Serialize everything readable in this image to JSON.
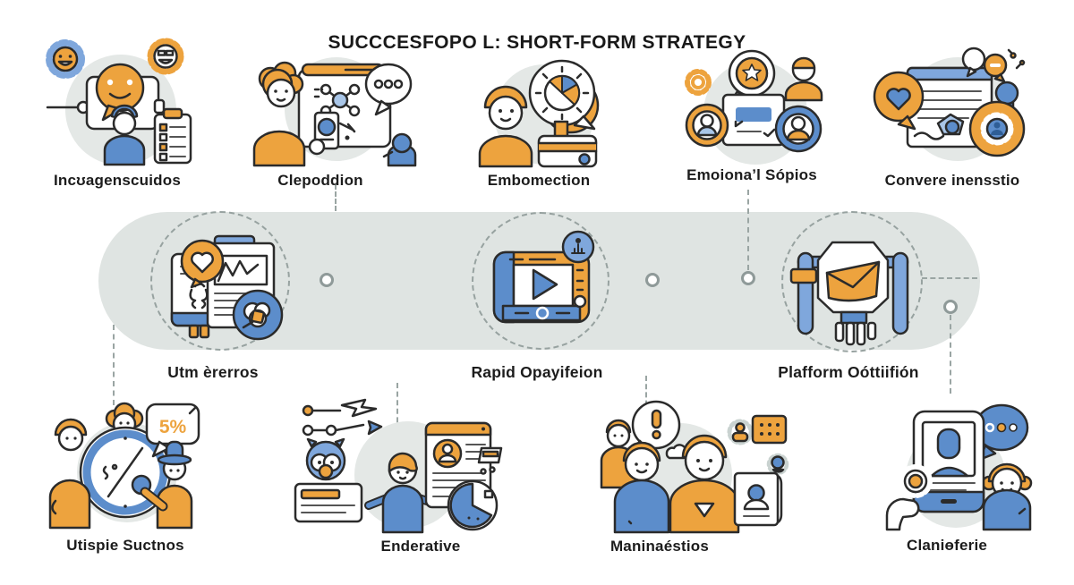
{
  "title": "SUCCCESFOPO L: SHORT-FORM STRATEGY",
  "colors": {
    "orange": "#EDA33E",
    "blue": "#5C8DCB",
    "light_blue": "#A9C6E8",
    "medium_blue": "#7FA7DC",
    "band_gray": "#DFE4E2",
    "circle_gray": "#E4E8E6",
    "outline": "#2B2B2B",
    "text": "#1C1C1C",
    "dashed": "#97A2A0"
  },
  "top_row": [
    {
      "label": "Incʊagenscuidos",
      "icon": "audience-engagement-illustration"
    },
    {
      "label": "Clepoddion",
      "icon": "collaboration-whiteboard-illustration"
    },
    {
      "label": "Embomection",
      "icon": "announcement-wheel-illustration"
    },
    {
      "label": "Emoionaʼl Sópios",
      "icon": "social-approval-illustration"
    },
    {
      "label": "Convere inensstio",
      "icon": "conversion-insights-illustration"
    }
  ],
  "timeline": {
    "steps": [
      {
        "label": "Utm èrerros",
        "icon": "documents-metrics-illustration"
      },
      {
        "label": "Rapid Opayifeion",
        "icon": "video-player-illustration"
      },
      {
        "label": "Plafform Oóttiifión",
        "icon": "mail-robot-illustration"
      }
    ]
  },
  "bottom_row": [
    {
      "label": "Utispie Suctnos",
      "icon": "percentage-team-illustration",
      "badge": "5%"
    },
    {
      "label": "Enderative",
      "icon": "creator-profile-illustration"
    },
    {
      "label": "Maninaéstios",
      "icon": "team-discussion-illustration"
    },
    {
      "label": "Claniɵferie",
      "icon": "tablet-review-illustration"
    }
  ]
}
